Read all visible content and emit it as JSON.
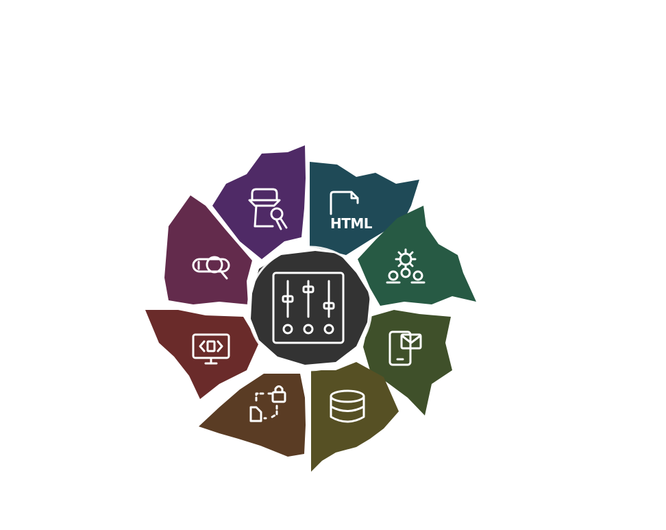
{
  "diagram": {
    "type": "radial-wheel",
    "center": {
      "icon": "equalizer-sliders-icon",
      "color": "#333333"
    },
    "segments": [
      {
        "id": "html",
        "icon": "html-file-icon",
        "label": "HTML",
        "color": "#1f4a57"
      },
      {
        "id": "network",
        "icon": "gear-network-icon",
        "color": "#275a44"
      },
      {
        "id": "mobile-mail",
        "icon": "mobile-mail-icon",
        "color": "#3f502a"
      },
      {
        "id": "database",
        "icon": "database-icon",
        "color": "#565024"
      },
      {
        "id": "secure-transfer",
        "icon": "secure-file-transfer-icon",
        "color": "#5a3c24"
      },
      {
        "id": "web-code",
        "icon": "monitor-code-icon",
        "color": "#6a2b2a"
      },
      {
        "id": "search-toggle",
        "icon": "search-toggle-icon",
        "color": "#632b4c"
      },
      {
        "id": "user-research",
        "icon": "persona-search-icon",
        "color": "#4f2a66"
      }
    ]
  }
}
